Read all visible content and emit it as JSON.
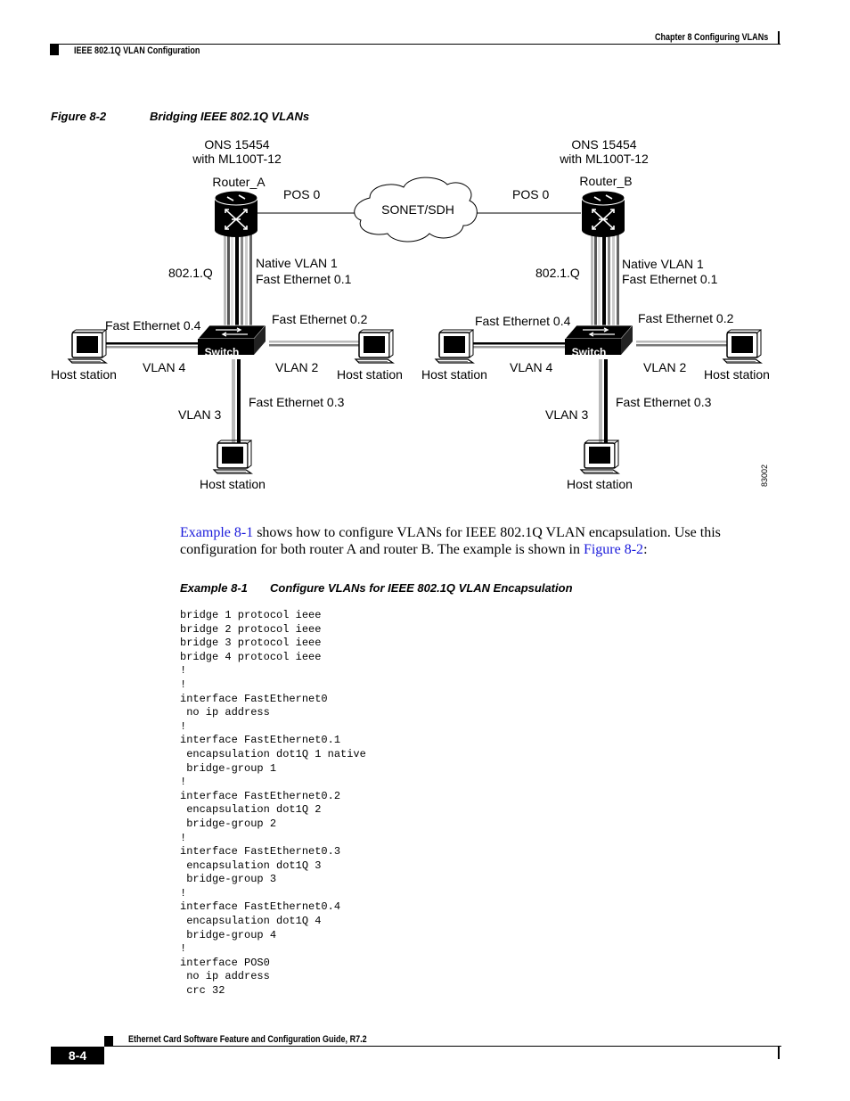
{
  "header": {
    "chapter": "Chapter 8 Configuring VLANs",
    "section": "IEEE 802.1Q VLAN Configuration"
  },
  "figure": {
    "number": "Figure 8-2",
    "title": "Bridging IEEE 802.1Q VLANs",
    "cloud_label": "SONET/SDH",
    "figure_id": "83002",
    "left": {
      "ons_line1": "ONS 15454",
      "ons_line2": "with ML100T-12",
      "router": "Router_A",
      "pos": "POS 0",
      "dot1q": "802.1.Q",
      "native_vlan": "Native VLAN 1",
      "fe01": "Fast Ethernet 0.1",
      "fe04": "Fast Ethernet 0.4",
      "fe02": "Fast Ethernet 0.2",
      "fe03": "Fast Ethernet 0.3",
      "switch": "Switch",
      "vlan4": "VLAN 4",
      "vlan2": "VLAN 2",
      "vlan3": "VLAN 3",
      "host_left": "Host station",
      "host_right": "Host station",
      "host_bottom": "Host station"
    },
    "right": {
      "ons_line1": "ONS 15454",
      "ons_line2": "with ML100T-12",
      "router": "Router_B",
      "pos": "POS 0",
      "dot1q": "802.1.Q",
      "native_vlan": "Native VLAN 1",
      "fe01": "Fast Ethernet 0.1",
      "fe04": "Fast Ethernet 0.4",
      "fe02": "Fast Ethernet 0.2",
      "fe03": "Fast Ethernet 0.3",
      "switch": "Switch",
      "vlan4": "VLAN 4",
      "vlan2": "VLAN 2",
      "vlan3": "VLAN 3",
      "host_left": "Host station",
      "host_right": "Host station",
      "host_bottom": "Host station"
    }
  },
  "paragraph": {
    "link1": "Example 8-1",
    "text1": " shows how to configure VLANs for IEEE 802.1Q VLAN encapsulation. Use this",
    "text2": "configuration for both router A and router B. The example is shown in ",
    "link2": "Figure 8-2",
    "text3": ":"
  },
  "example": {
    "number": "Example 8-1",
    "title": "Configure VLANs for IEEE 802.1Q VLAN Encapsulation",
    "code": "bridge 1 protocol ieee\nbridge 2 protocol ieee\nbridge 3 protocol ieee\nbridge 4 protocol ieee\n!\n!\ninterface FastEthernet0\n no ip address\n!\ninterface FastEthernet0.1\n encapsulation dot1Q 1 native\n bridge-group 1\n!\ninterface FastEthernet0.2\n encapsulation dot1Q 2\n bridge-group 2\n!\ninterface FastEthernet0.3\n encapsulation dot1Q 3\n bridge-group 3\n!\ninterface FastEthernet0.4\n encapsulation dot1Q 4\n bridge-group 4\n!\ninterface POS0\n no ip address\n crc 32"
  },
  "footer": {
    "guide": "Ethernet Card Software Feature and Configuration Guide, R7.2",
    "page": "8-4"
  },
  "colors": {
    "link": "#1a1adb",
    "page_box": "#000000"
  }
}
